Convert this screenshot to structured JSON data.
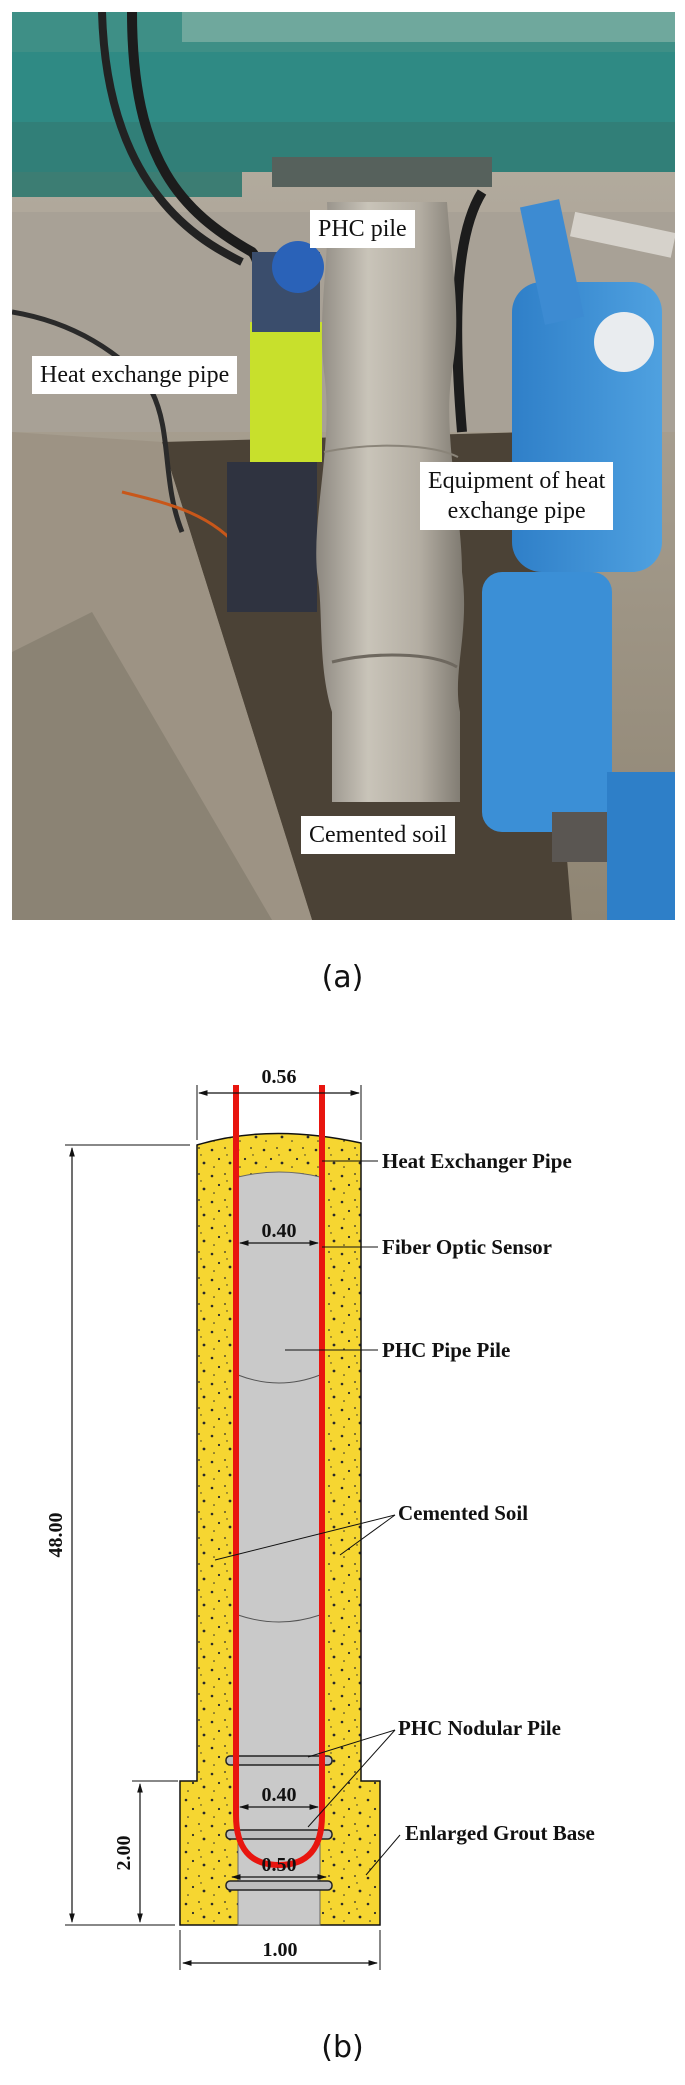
{
  "panel_a": {
    "labels": {
      "phc_pile": "PHC  pile",
      "heat_pipe": "Heat exchange pipe",
      "equipment_line1": "Equipment of heat",
      "equipment_line2": "exchange pipe",
      "cemented_soil": "Cemented soil"
    },
    "caption": "(a)"
  },
  "panel_b": {
    "dimensions": {
      "top_width": "0.56",
      "pipe_width": "0.40",
      "height_total": "48.00",
      "height_base": "2.00",
      "nodule_inner": "0.40",
      "nodule_outer": "0.50",
      "base_width": "1.00"
    },
    "callouts": {
      "heat_exchanger_pipe": "Heat Exchanger Pipe",
      "fiber_optic_sensor": "Fiber Optic Sensor",
      "phc_pipe_pile": "PHC Pipe Pile",
      "cemented_soil": "Cemented Soil",
      "phc_nodular_pile": "PHC Nodular Pile",
      "enlarged_grout_base": "Enlarged Grout Base"
    },
    "colors": {
      "grout": "#f6d631",
      "pile": "#c9c9c9",
      "pipe": "#e8150f"
    },
    "caption": "(b)"
  }
}
